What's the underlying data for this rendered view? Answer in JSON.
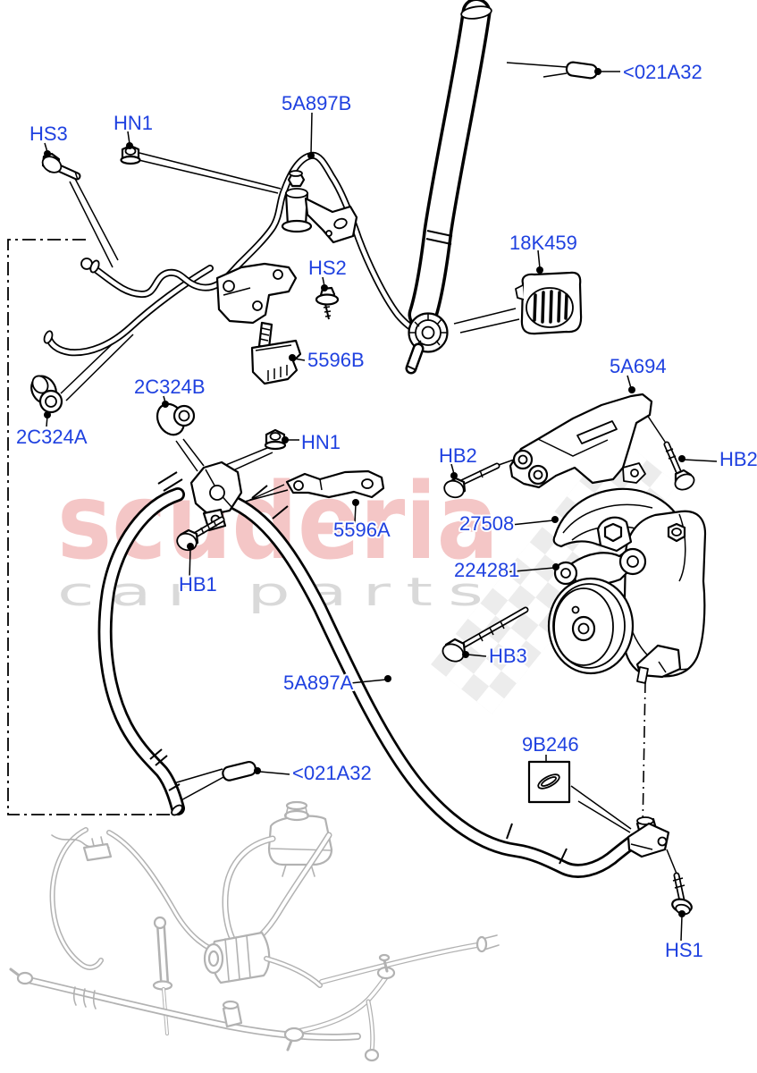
{
  "watermark": {
    "brand": "scuderia",
    "tagline": "car parts",
    "brand_color": "#f4c6c6",
    "tagline_color": "#d9d9d9",
    "checker_color": "#dcdcdc"
  },
  "colors": {
    "label": "#1f41e0",
    "line": "#000000",
    "thumbnail": "#b2b2b2",
    "background": "#ffffff"
  },
  "callouts": {
    "hs3": {
      "label": "HS3"
    },
    "hn1_top": {
      "label": "HN1"
    },
    "hose_upper": {
      "label": "5A897B"
    },
    "vin_marker_top": {
      "label": "<021A32"
    },
    "clamp": {
      "label": "18K459"
    },
    "hs2": {
      "label": "HS2"
    },
    "bracket_5596b": {
      "label": "5596B"
    },
    "mount_bracket": {
      "label": "5A694"
    },
    "grommet_b": {
      "label": "2C324B"
    },
    "grommet_a": {
      "label": "2C324A"
    },
    "hn1_mid": {
      "label": "HN1"
    },
    "hb2_left": {
      "label": "HB2"
    },
    "hb2_right": {
      "label": "HB2"
    },
    "heat_shield": {
      "label": "27508"
    },
    "bracket_5596a": {
      "label": "5596A"
    },
    "pump_bracket": {
      "label": "224281"
    },
    "hb1": {
      "label": "HB1"
    },
    "hb3": {
      "label": "HB3"
    },
    "hose_lower": {
      "label": "5A897A"
    },
    "vin_marker_bottom": {
      "label": "<021A32"
    },
    "seal_kit": {
      "label": "9B246"
    },
    "hs1": {
      "label": "HS1"
    }
  }
}
